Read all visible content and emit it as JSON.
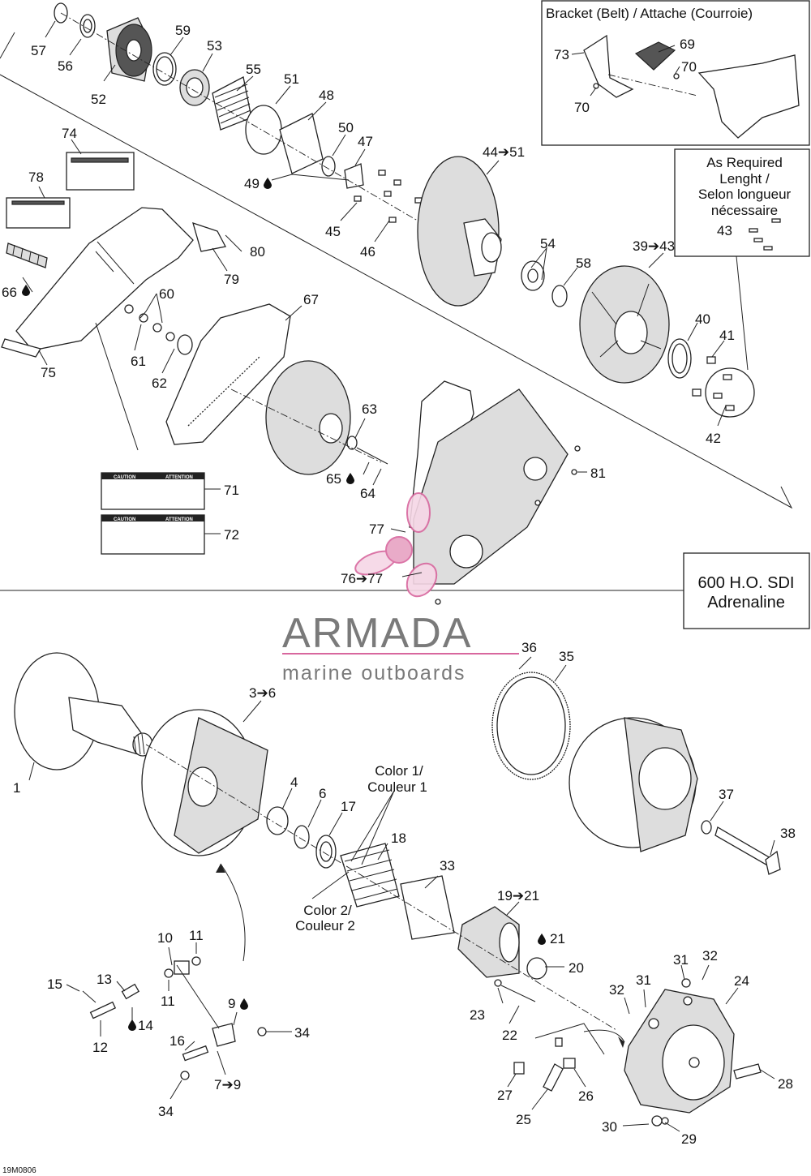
{
  "bracket_box": {
    "title": "Bracket (Belt) / Attache (Courroie)"
  },
  "required_box": {
    "line1": "As Required",
    "line2": "Lenght /",
    "line3": "Selon longueur",
    "line4": "nécessaire"
  },
  "model_box": {
    "line1": "600 H.O. SDI",
    "line2": "Adrenaline"
  },
  "color1": {
    "line1": "Color 1/",
    "line2": "Couleur 1"
  },
  "color2": {
    "line1": "Color 2/",
    "line2": "Couleur 2"
  },
  "caution_labels": {
    "left": "CAUTION",
    "right": "ATTENTION"
  },
  "watermark": {
    "brand": "ARMADA",
    "tagline": "marine outboards"
  },
  "drawing_code": "19M0806",
  "callouts": {
    "c57": "57",
    "c56": "56",
    "c52": "52",
    "c59": "59",
    "c53": "53",
    "c55": "55",
    "c51": "51",
    "c48": "48",
    "c50": "50",
    "c47": "47",
    "c49": "49",
    "c45": "45",
    "c46": "46",
    "c44_51": "44➔51",
    "c54": "54",
    "c58": "58",
    "c39_43": "39➔43",
    "c40": "40",
    "c41": "41",
    "c42": "42",
    "c74": "74",
    "c78": "78",
    "c80": "80",
    "c79": "79",
    "c66": "66",
    "c60": "60",
    "c61": "61",
    "c62": "62",
    "c75": "75",
    "c67": "67",
    "c63": "63",
    "c65": "65",
    "c64": "64",
    "c81": "81",
    "c71": "71",
    "c72": "72",
    "c77": "77",
    "c76_77": "76➔77",
    "c73": "73",
    "c69": "69",
    "c70a": "70",
    "c70b": "70",
    "c43": "43",
    "c36": "36",
    "c35": "35",
    "c1": "1",
    "c3_6": "3➔6",
    "c4": "4",
    "c6": "6",
    "c17": "17",
    "c18": "18",
    "c33": "33",
    "c37": "37",
    "c38": "38",
    "c19_21": "19➔21",
    "c21": "21",
    "c20": "20",
    "c10": "10",
    "c11a": "11",
    "c11b": "11",
    "c13": "13",
    "c15": "15",
    "c12": "12",
    "c14": "14",
    "c9": "9",
    "c34a": "34",
    "c16": "16",
    "c7_9": "7➔9",
    "c34b": "34",
    "c23": "23",
    "c22": "22",
    "c32a": "32",
    "c31a": "31",
    "c31b": "31",
    "c32b": "32",
    "c24": "24",
    "c27": "27",
    "c26": "26",
    "c25": "25",
    "c28": "28",
    "c30": "30",
    "c29": "29"
  }
}
